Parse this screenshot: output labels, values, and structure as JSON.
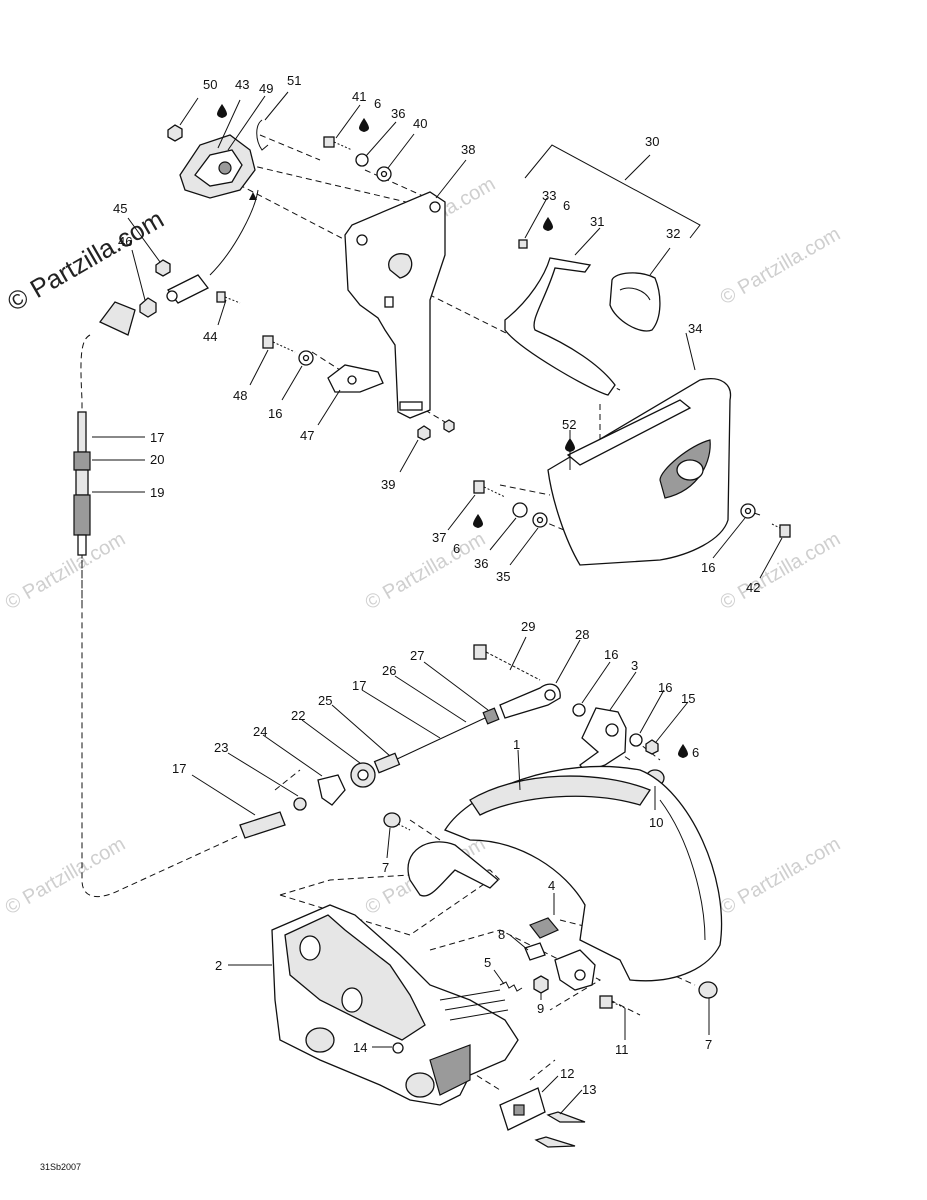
{
  "diagram": {
    "drawing_code": "31Sb2007",
    "watermark_main": "© Partzilla.com",
    "watermark_faint": "© Partzilla.com",
    "callouts": {
      "c50": "50",
      "c43": "43",
      "c49": "49",
      "c51": "51",
      "c41": "41",
      "c6a": "6",
      "c36a": "36",
      "c40": "40",
      "c38": "38",
      "c30": "30",
      "c33": "33",
      "c6b": "6",
      "c31": "31",
      "c32": "32",
      "c45": "45",
      "c46": "46",
      "c44": "44",
      "c48": "48",
      "c16a": "16",
      "c47": "47",
      "c39": "39",
      "c34": "34",
      "c52": "52",
      "c17a": "17",
      "c20": "20",
      "c19": "19",
      "c37": "37",
      "c6c": "6",
      "c36b": "36",
      "c35": "35",
      "c16b": "16",
      "c42": "42",
      "c29": "29",
      "c28": "28",
      "c16c": "16",
      "c3": "3",
      "c16d": "16",
      "c15": "15",
      "c6d": "6",
      "c27": "27",
      "c26": "26",
      "c17b": "17",
      "c25": "25",
      "c22": "22",
      "c24": "24",
      "c23": "23",
      "c1": "1",
      "c17c": "17",
      "c10": "10",
      "c7a": "7",
      "c4": "4",
      "c8": "8",
      "c5": "5",
      "c9": "9",
      "c11": "11",
      "c7b": "7",
      "c2": "2",
      "c14": "14",
      "c12": "12",
      "c13": "13"
    }
  }
}
